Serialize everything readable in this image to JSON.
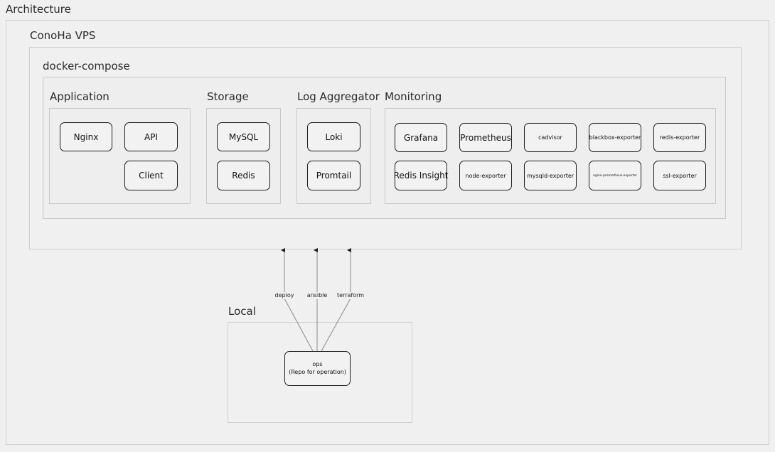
{
  "titles": {
    "architecture": "Architecture",
    "conoha": "ConoHa VPS",
    "docker": "docker-compose",
    "application": "Application",
    "storage": "Storage",
    "log_aggregator": "Log Aggregator",
    "monitoring": "Monitoring",
    "local": "Local"
  },
  "nodes": {
    "nginx": "Nginx",
    "api": "API",
    "client": "Client",
    "mysql": "MySQL",
    "redis": "Redis",
    "loki": "Loki",
    "promtail": "Promtail",
    "grafana": "Grafana",
    "prometheus": "Prometheus",
    "cadvisor": "cadvisor",
    "blackbox_exporter": "blackbox-exporter",
    "redis_exporter": "redis-exporter",
    "redis_insight": "Redis Insight",
    "node_exporter": "node-exporter",
    "mysqld_exporter": "mysqld-exporter",
    "nginx_prometheus_exporter": "nginx-prometheus-exporter",
    "ssl_exporter": "ssl-exporter",
    "ops": "ops",
    "ops_sub": "(Repo for operation)"
  },
  "edges": [
    {
      "from": "ops",
      "to": "conoha",
      "label": "deploy"
    },
    {
      "from": "ops",
      "to": "conoha",
      "label": "ansible"
    },
    {
      "from": "ops",
      "to": "conoha",
      "label": "terraform"
    }
  ],
  "colors": {
    "background": "#f0f0f0",
    "node_border": "#1e1e1e",
    "frame_border": "#cfcfcf",
    "edge": "#8a8a8a"
  }
}
